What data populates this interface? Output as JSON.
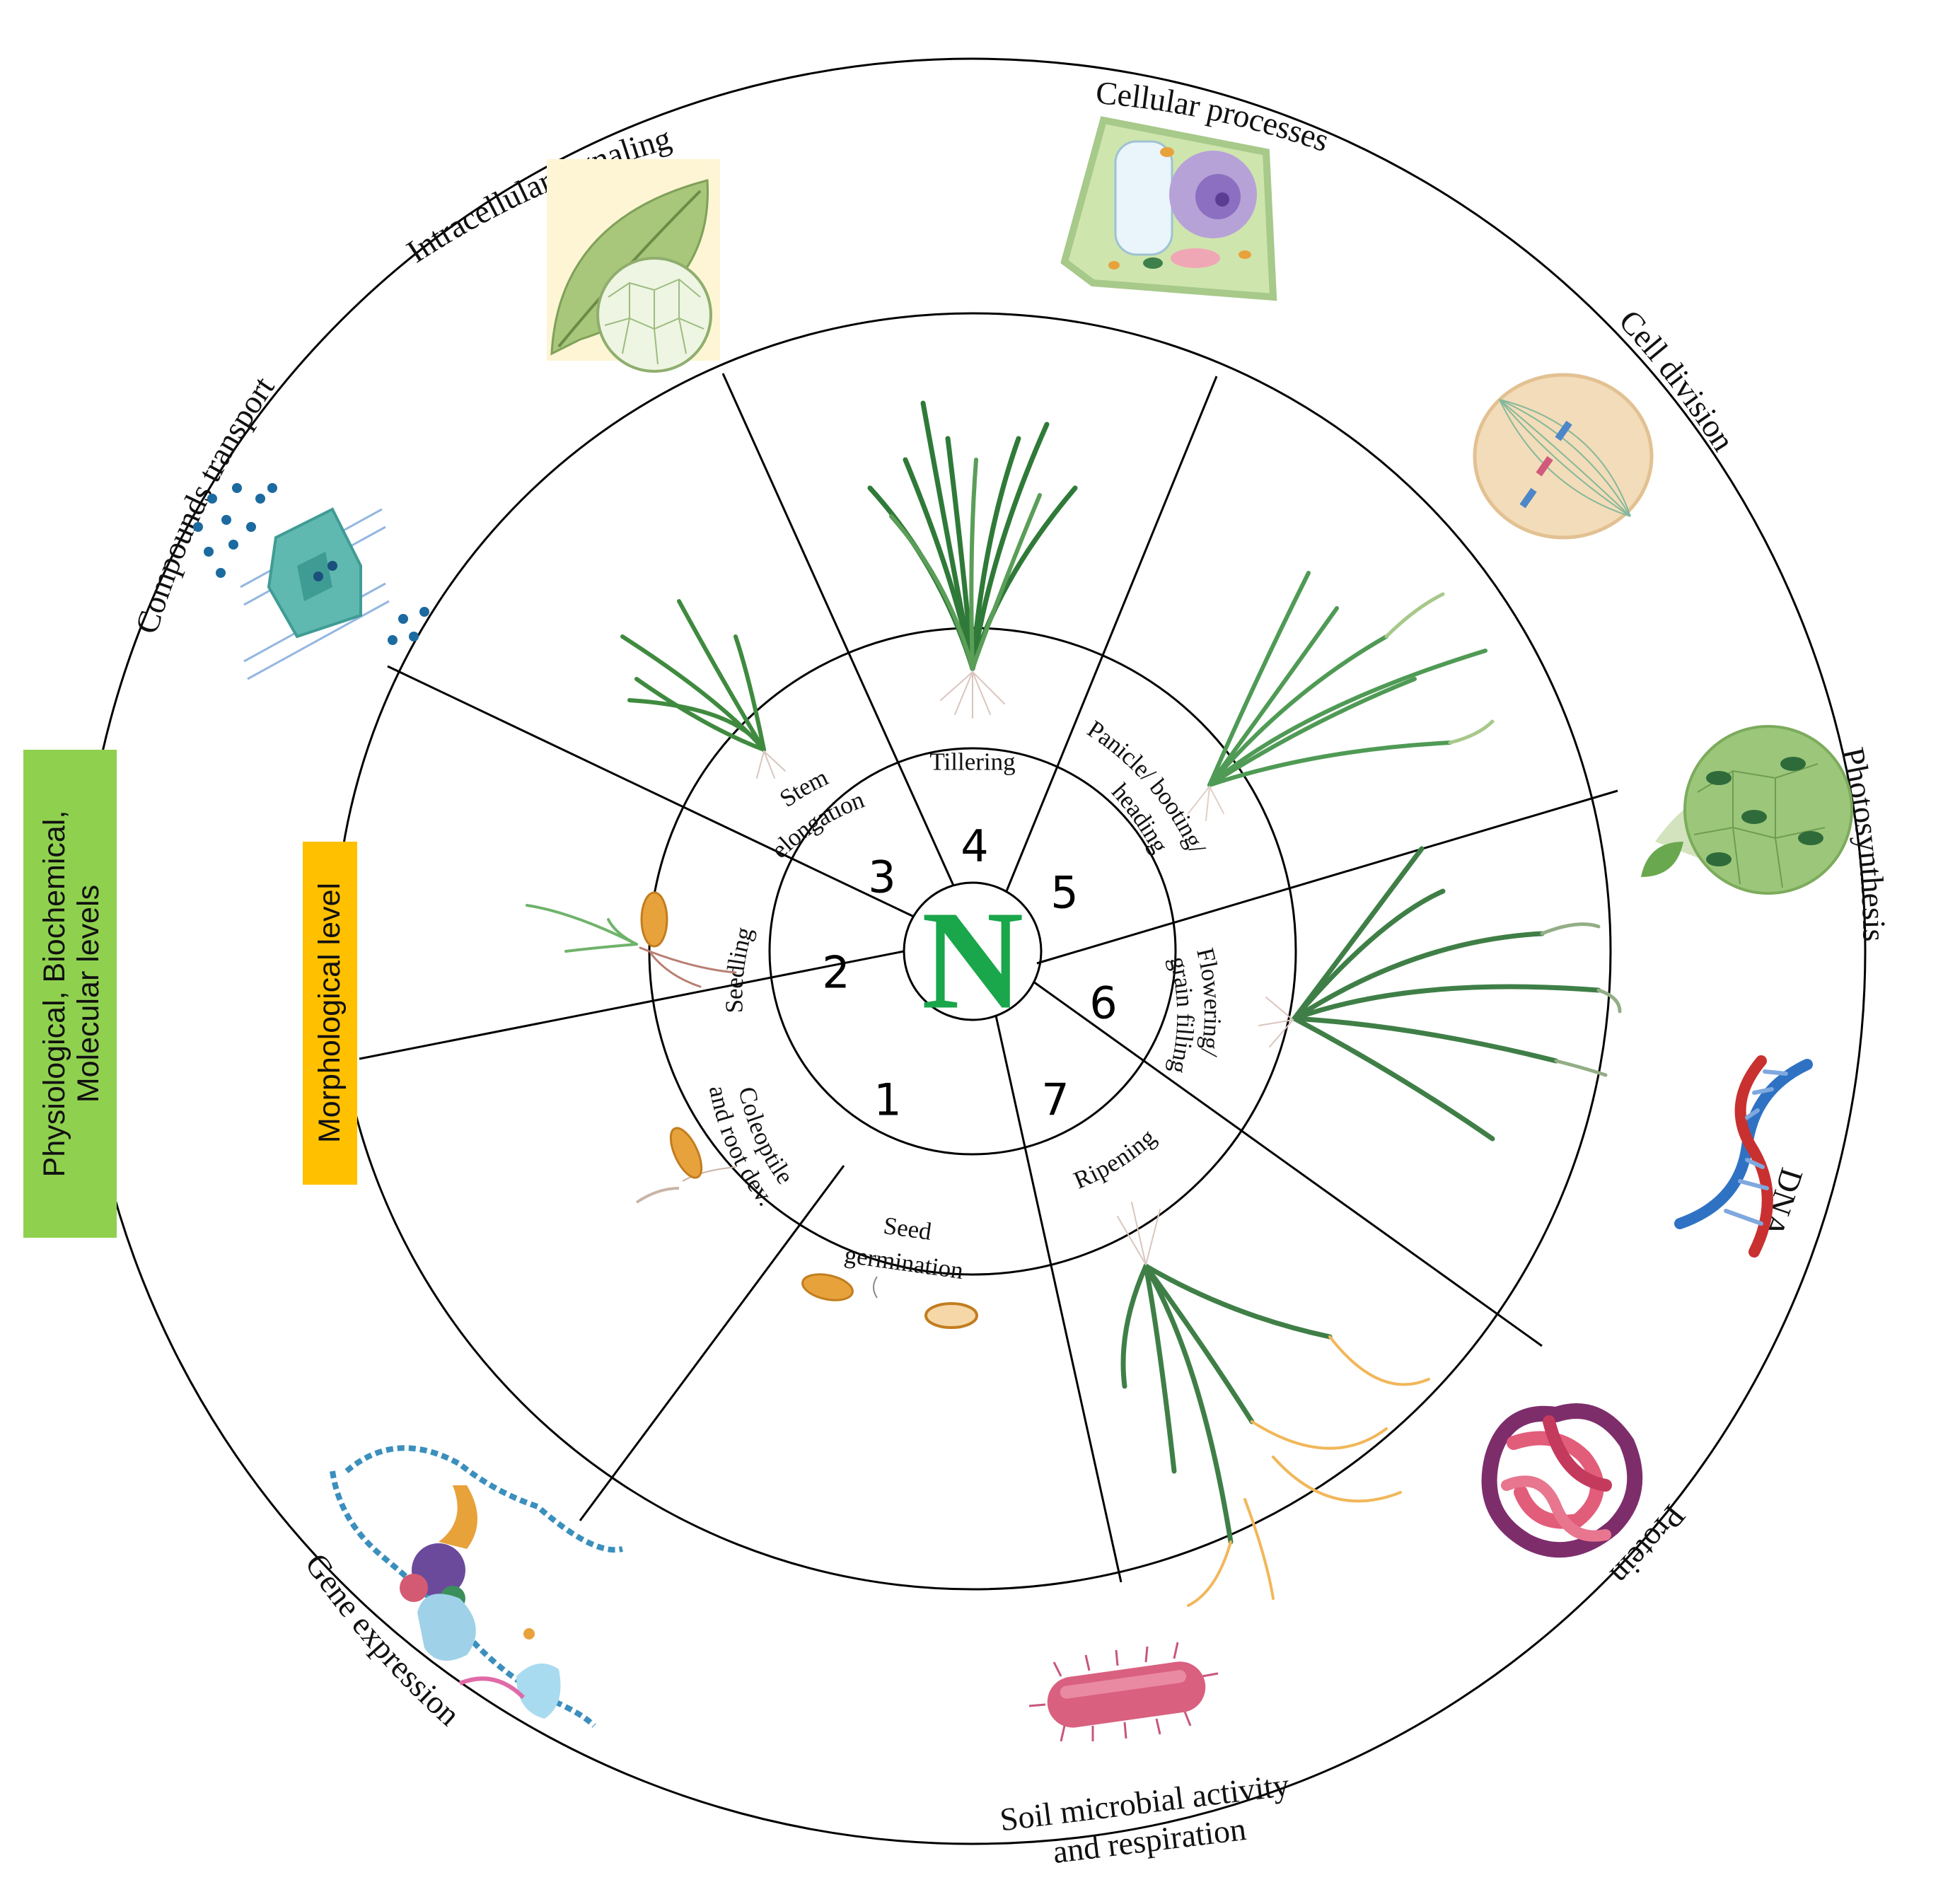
{
  "center_label": "N",
  "stages": [
    {
      "number": "1",
      "label_lines": [
        "Coleoptile",
        "and root dev."
      ]
    },
    {
      "number": "2",
      "label_lines": [
        "Seedling"
      ]
    },
    {
      "number": "3",
      "label_lines": [
        "Stem",
        "elongation"
      ]
    },
    {
      "number": "4",
      "label_lines": [
        "Tillering"
      ]
    },
    {
      "number": "5",
      "label_lines": [
        "Panicle/ booting/",
        "heading"
      ]
    },
    {
      "number": "6",
      "label_lines": [
        "Flowering/",
        "grain filling"
      ]
    },
    {
      "number": "7",
      "label_lines": [
        "Ripening"
      ]
    },
    {
      "number": "",
      "label_lines": [
        "Seed",
        "germination"
      ]
    }
  ],
  "outer_ring": [
    {
      "label": "Cellular processes",
      "icon": "plant-cell-icon"
    },
    {
      "label": "Cell division",
      "icon": "cell-division-icon"
    },
    {
      "label": "Photosynthesis",
      "icon": "chloroplast-leaf-icon"
    },
    {
      "label": "DNA",
      "icon": "dna-helix-icon"
    },
    {
      "label": "Protein",
      "icon": "protein-structure-icon"
    },
    {
      "label_lines": [
        "Soil microbial activity",
        "and respiration"
      ],
      "icon": "bacterium-icon"
    },
    {
      "label": "Gene expression",
      "icon": "gene-expression-icon"
    },
    {
      "label": "Compounds transport",
      "icon": "membrane-transport-icon"
    },
    {
      "label": "Intracellular signaling",
      "icon": "leaf-cells-icon"
    }
  ],
  "level_boxes": {
    "morphological": {
      "label": "Morphological level",
      "color": "#ffc000"
    },
    "molecular": {
      "label_lines": [
        "Physiological, Biochemical,",
        "Molecular levels"
      ],
      "color": "#8fd14f"
    }
  },
  "colors": {
    "center_n": "#1aa64b",
    "plant_green": "#3f8a3f",
    "seed_orange": "#e8a23c",
    "ripe_straw": "#f1b75a"
  }
}
